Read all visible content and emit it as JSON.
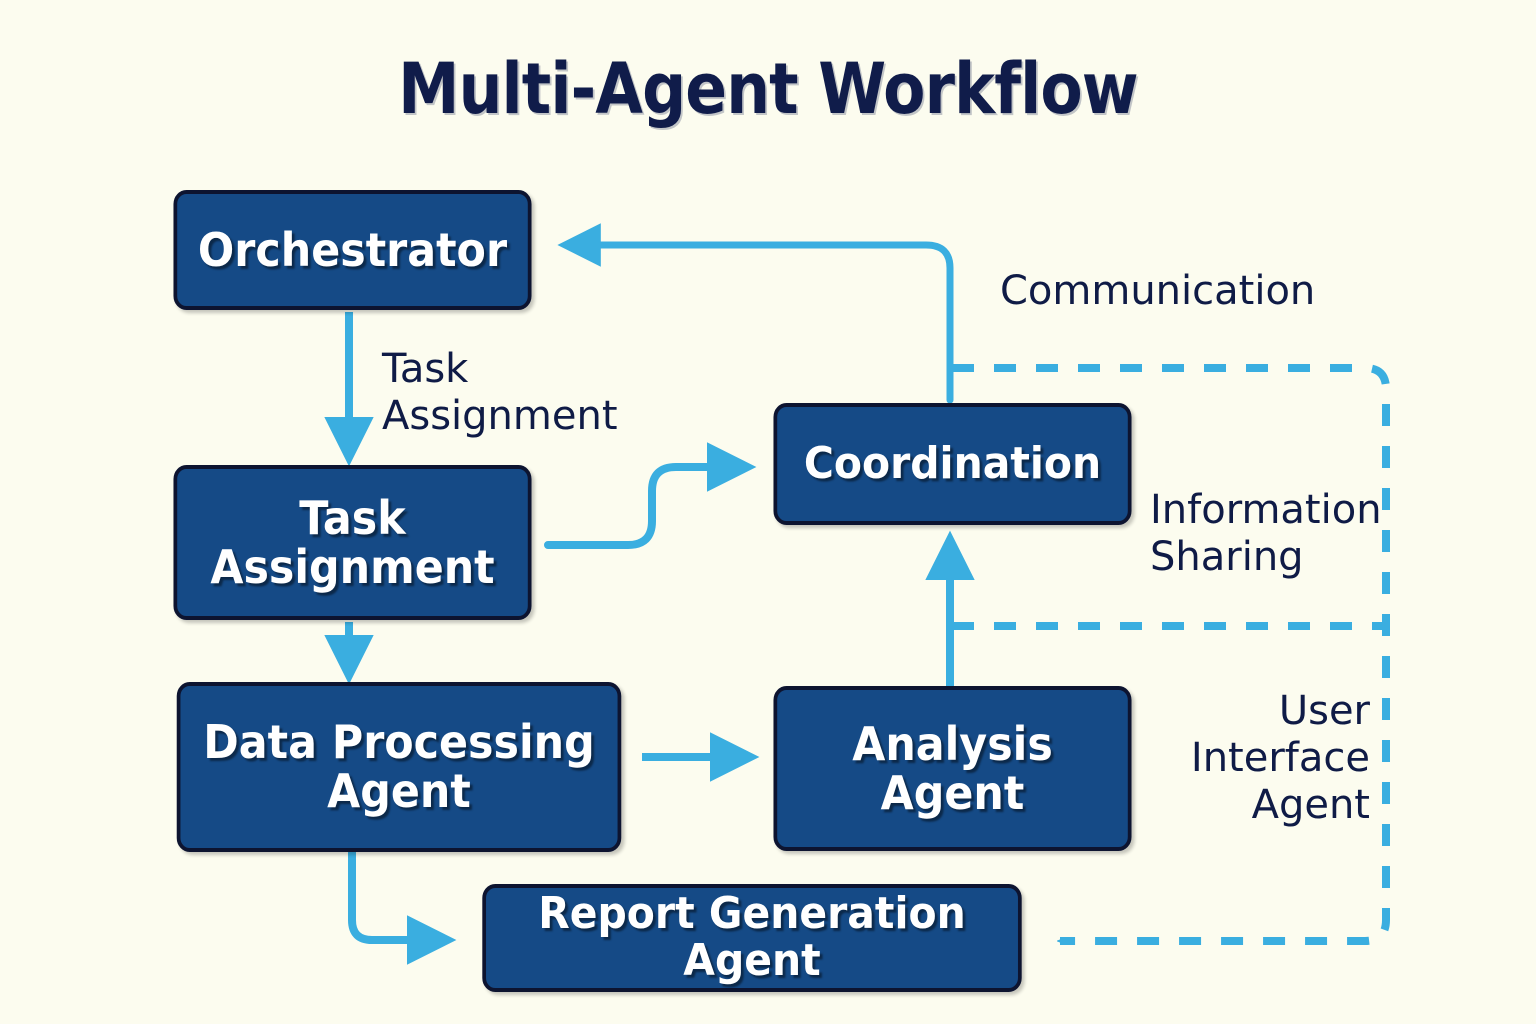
{
  "page": {
    "title": "Multi-Agent Workflow",
    "background_color": "#fcfcef",
    "node_fill_color": "#154a86",
    "node_border_color": "#0d1430",
    "arrow_color": "#3aaee0",
    "text_color": "#0f1b46"
  },
  "nodes": [
    {
      "id": "orchestrator",
      "label": "Orchestrator"
    },
    {
      "id": "task",
      "label": "Task\nAssignment"
    },
    {
      "id": "dataproc",
      "label": "Data Processing\nAgent"
    },
    {
      "id": "coordination",
      "label": "Coordination"
    },
    {
      "id": "analysis",
      "label": "Analysis\nAgent"
    },
    {
      "id": "report",
      "label": "Report Generation Agent"
    }
  ],
  "edge_labels": {
    "task_assignment": "Task\nAssignment",
    "communication": "Communication",
    "information_sharing": "Information\nSharing",
    "user_interface_agent": "User\nInterface\nAgent"
  },
  "edges": [
    {
      "from": "orchestrator",
      "to": "task",
      "style": "solid",
      "arrow": true,
      "label": "Task Assignment"
    },
    {
      "from": "task",
      "to": "dataproc",
      "style": "solid",
      "arrow": true,
      "label": ""
    },
    {
      "from": "task",
      "to": "coordination",
      "style": "solid",
      "arrow": true,
      "label": ""
    },
    {
      "from": "coordination",
      "to": "orchestrator",
      "style": "solid",
      "arrow": true,
      "label": "Communication"
    },
    {
      "from": "dataproc",
      "to": "analysis",
      "style": "solid",
      "arrow": true,
      "label": ""
    },
    {
      "from": "analysis",
      "to": "coordination",
      "style": "solid",
      "arrow": true,
      "label": "Information Sharing"
    },
    {
      "from": "dataproc",
      "to": "report",
      "style": "solid",
      "arrow": true,
      "label": ""
    },
    {
      "from": "coordination",
      "to": "report",
      "style": "dashed",
      "arrow": true,
      "label": "User Interface Agent"
    }
  ]
}
